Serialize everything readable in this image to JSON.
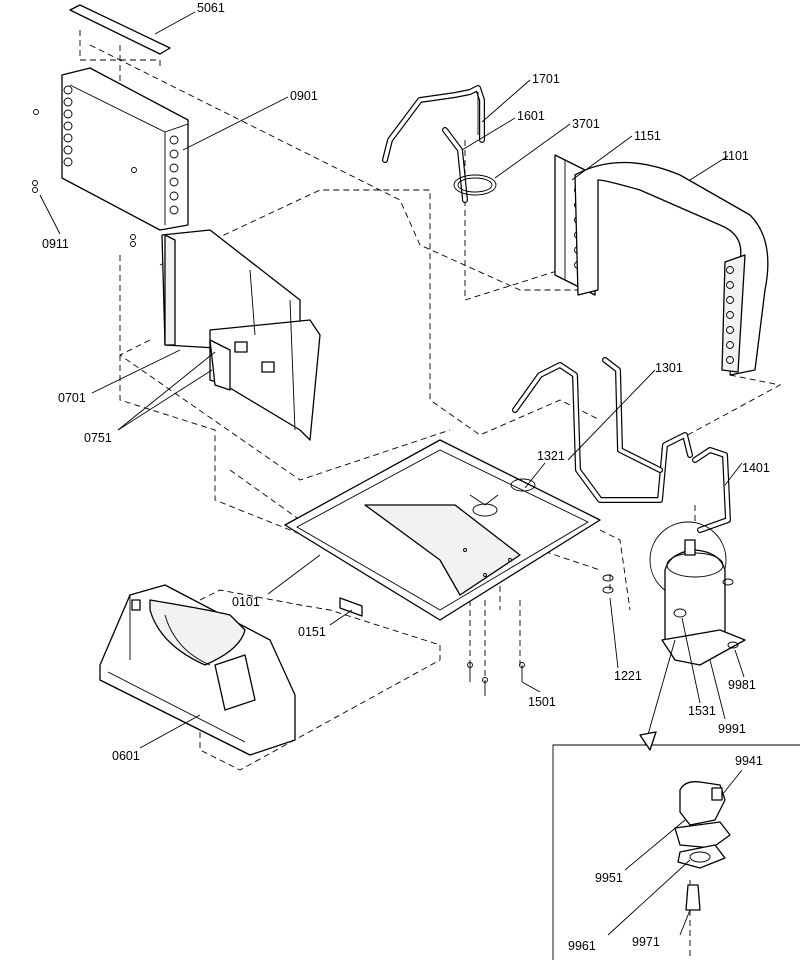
{
  "diagram": {
    "callouts": [
      {
        "id": "5061"
      },
      {
        "id": "0901"
      },
      {
        "id": "0911"
      },
      {
        "id": "1701"
      },
      {
        "id": "1601"
      },
      {
        "id": "3701"
      },
      {
        "id": "1151"
      },
      {
        "id": "1101"
      },
      {
        "id": "0701"
      },
      {
        "id": "0751"
      },
      {
        "id": "1301"
      },
      {
        "id": "1321"
      },
      {
        "id": "1401"
      },
      {
        "id": "0101"
      },
      {
        "id": "0151"
      },
      {
        "id": "1221"
      },
      {
        "id": "9981"
      },
      {
        "id": "1501"
      },
      {
        "id": "1531"
      },
      {
        "id": "9991"
      },
      {
        "id": "0601"
      },
      {
        "id": "9941"
      },
      {
        "id": "9951"
      },
      {
        "id": "9961"
      },
      {
        "id": "9971"
      }
    ]
  }
}
